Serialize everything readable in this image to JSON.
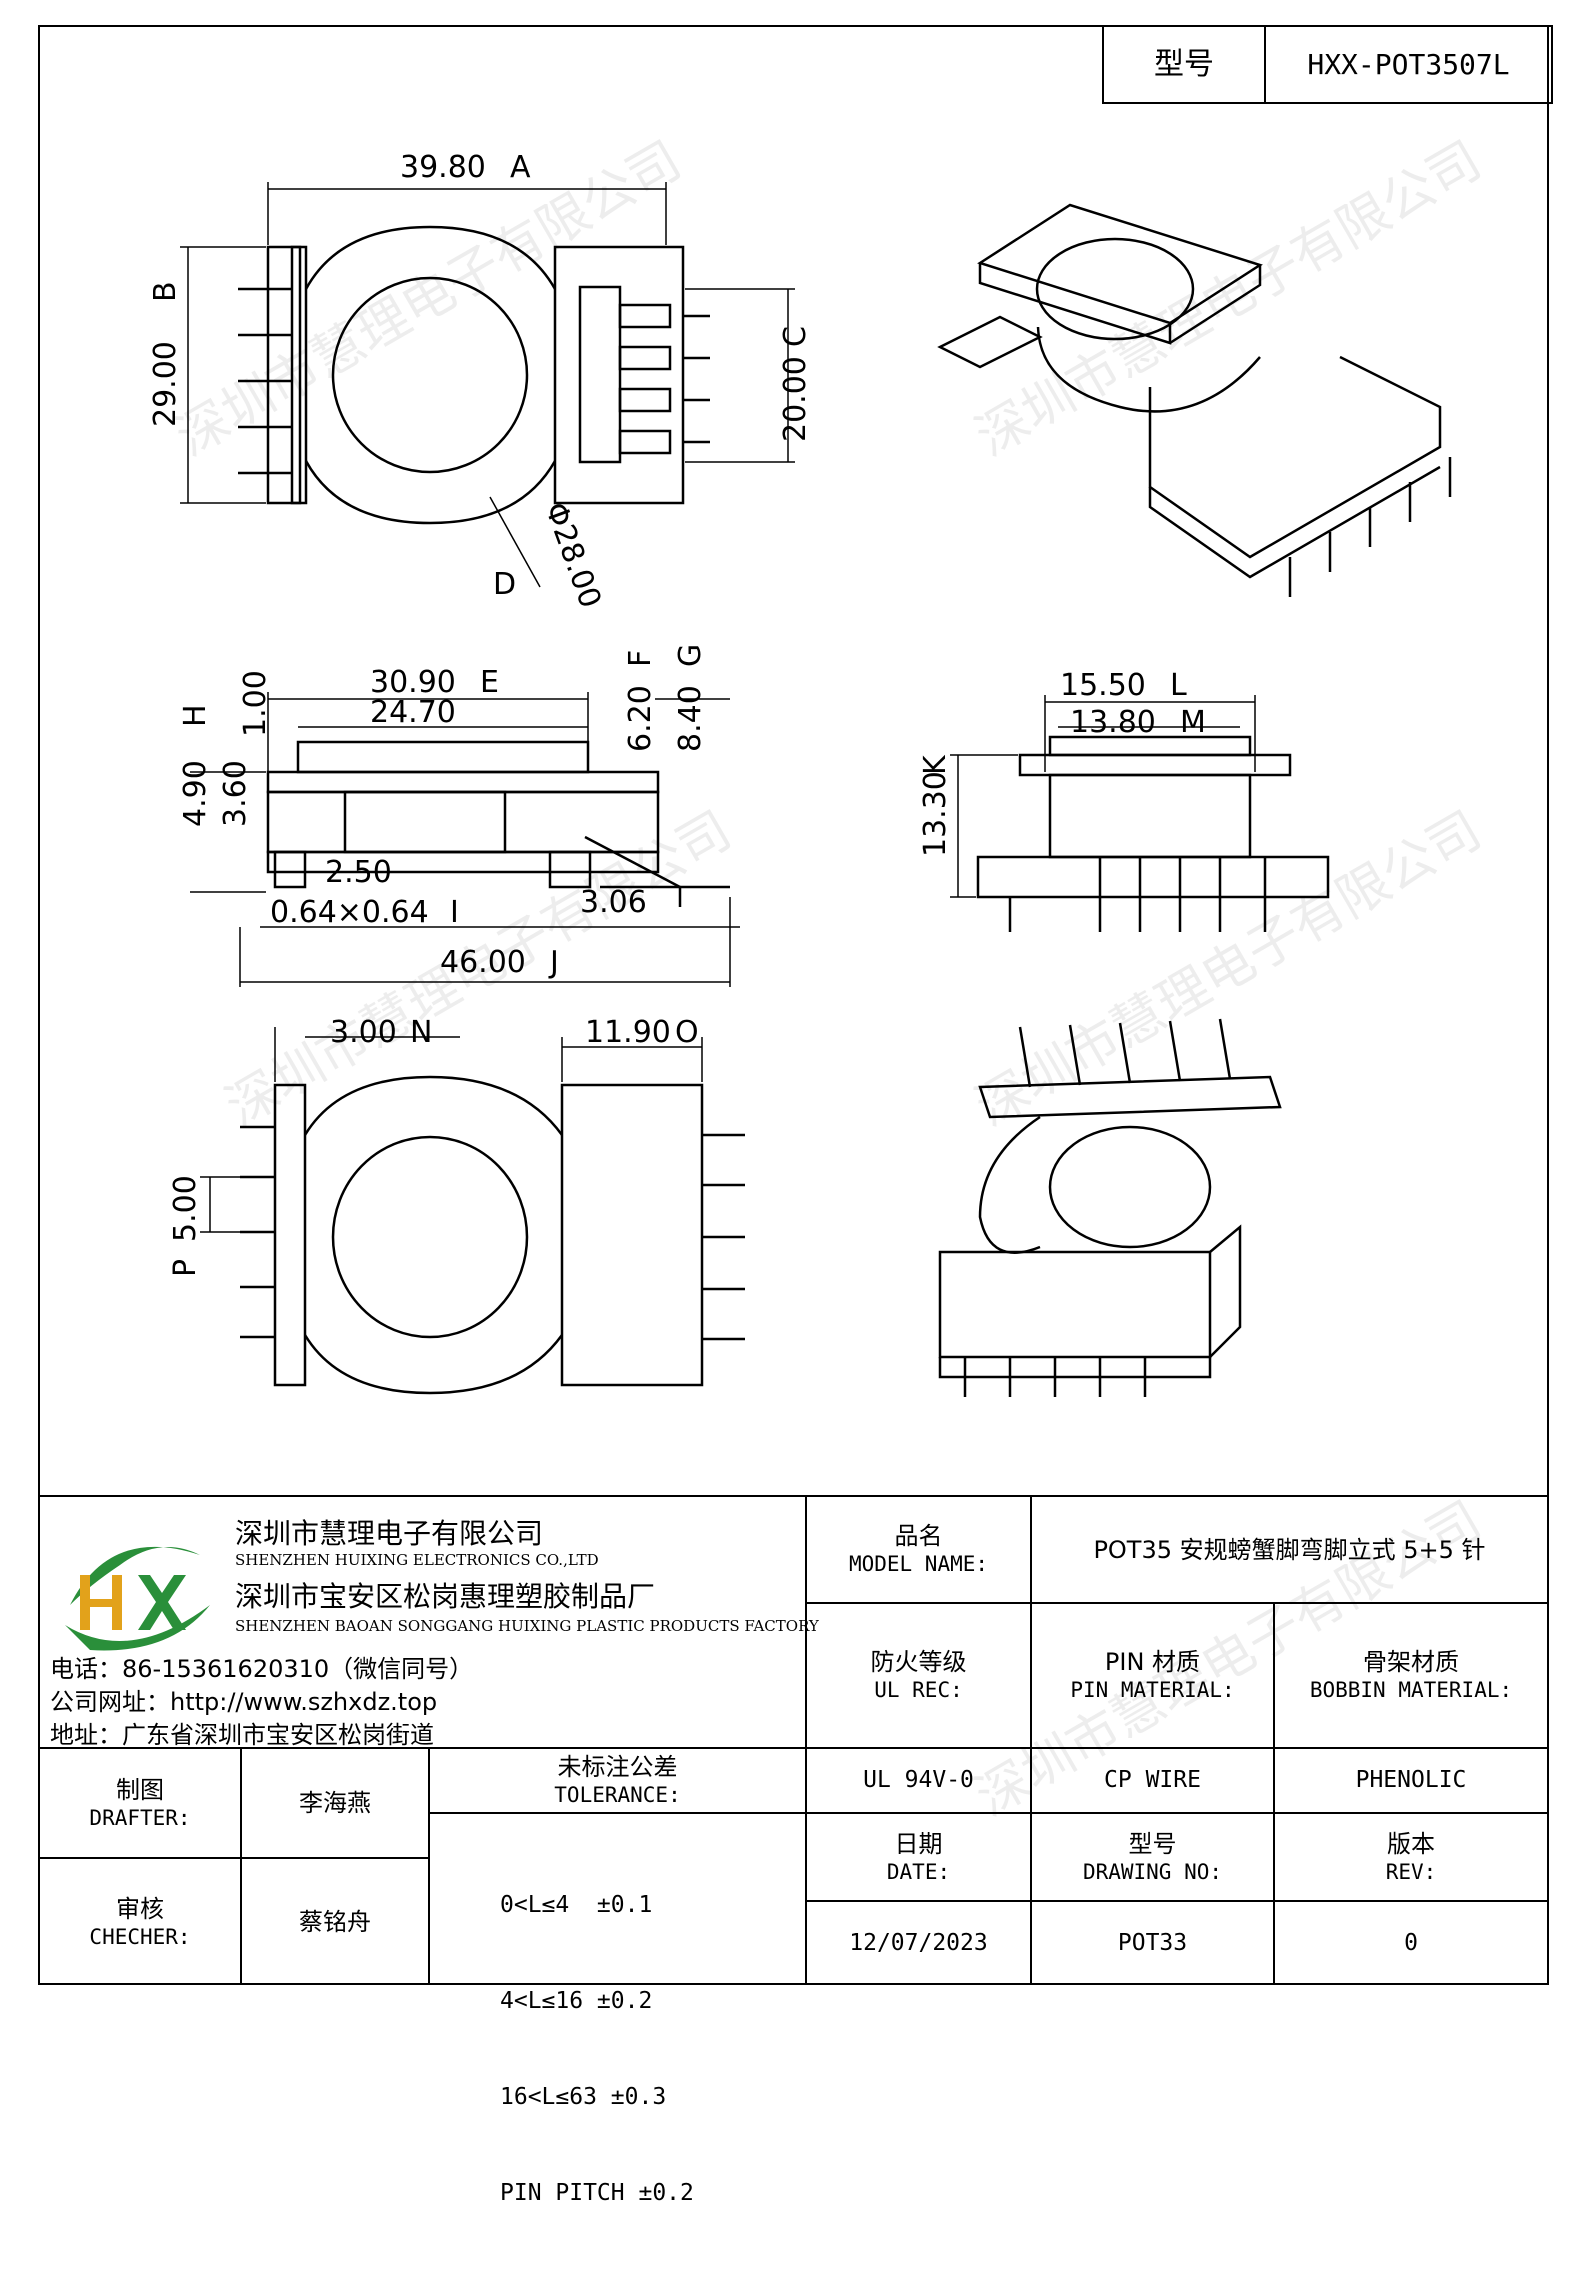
{
  "header": {
    "model_label": "型号",
    "model_value": "HXX-POT3507L"
  },
  "dimensions": {
    "A": "39.80",
    "B": "29.00",
    "C": "20.00",
    "D": "Φ28.00",
    "E": "30.90",
    "F": "6.20",
    "G": "8.40",
    "H": "4.90",
    "I": "0.64×0.64",
    "J": "46.00",
    "K": "13.30",
    "L": "15.50",
    "M": "13.80",
    "N": "3.00",
    "O": "11.90",
    "P": "5.00",
    "side_1_00": "1.00",
    "side_24_70": "24.70",
    "side_3_60": "3.60",
    "side_2_50": "2.50",
    "side_3_06": "3.06"
  },
  "dim_markers": {
    "A": "A",
    "B": "B",
    "C": "C",
    "D": "D",
    "E": "E",
    "F": "F",
    "G": "G",
    "H": "H",
    "I": "I",
    "J": "J",
    "K": "K",
    "L": "L",
    "M": "M",
    "N": "N",
    "O": "O",
    "P": "P"
  },
  "watermark": "深圳市慧理电子有限公司",
  "company": {
    "logo_text": "HX",
    "name_cn": "深圳市慧理电子有限公司",
    "name_en": "SHENZHEN HUIXING ELECTRONICS CO.,LTD",
    "factory_cn": "深圳市宝安区松岗惠理塑胶制品厂",
    "factory_en": "SHENZHEN BAOAN SONGGANG HUIXING PLASTIC PRODUCTS FACTORY",
    "phone": "电话：86-15361620310（微信同号）",
    "website": "公司网址：http://www.szhxdz.top",
    "address": "地址：广东省深圳市宝安区松岗街道"
  },
  "title_block": {
    "model_name_label_cn": "品名",
    "model_name_label_en": "MODEL NAME:",
    "model_name_value": "POT35 安规螃蟹脚弯脚立式 5+5 针",
    "ul_label_cn": "防火等级",
    "ul_label_en": "UL REC:",
    "pin_label_cn": "PIN 材质",
    "pin_label_en": "PIN MATERIAL:",
    "bobbin_label_cn": "骨架材质",
    "bobbin_label_en": "BOBBIN MATERIAL:",
    "ul_value": "UL 94V-0",
    "pin_value": "CP WIRE",
    "bobbin_value": "PHENOLIC",
    "date_label_cn": "日期",
    "date_label_en": "DATE:",
    "drawing_no_label_cn": "型号",
    "drawing_no_label_en": "DRAWING NO:",
    "rev_label_cn": "版本",
    "rev_label_en": "REV:",
    "date_value": "12/07/2023",
    "drawing_no_value": "POT33",
    "rev_value": "0",
    "drafter_label_cn": "制图",
    "drafter_label_en": "DRAFTER:",
    "drafter_value": "李海燕",
    "checker_label_cn": "审核",
    "checker_label_en": "CHECHER:",
    "checker_value": "蔡铭舟",
    "tolerance_label_cn": "未标注公差",
    "tolerance_label_en": "TOLERANCE:",
    "tolerance_lines": [
      "0<L≤4  ±0.1",
      "4<L≤16 ±0.2",
      "16<L≤63 ±0.3",
      "PIN PITCH ±0.2"
    ]
  }
}
